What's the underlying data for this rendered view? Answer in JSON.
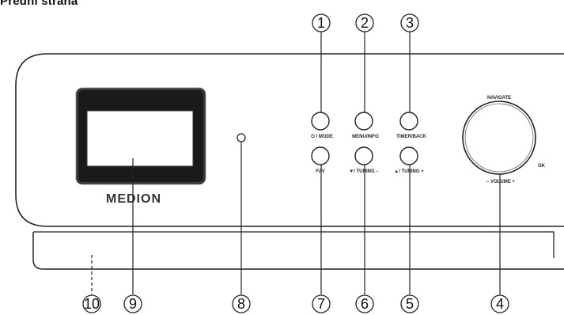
{
  "heading": "Přední strana",
  "brand": "MEDION",
  "dial": {
    "top_label": "NAVIGATE",
    "bottom_label": "– VOLUME +",
    "ok_label": "OK"
  },
  "buttons": {
    "mode": "⏻ / MODE",
    "menu_info": "MENU/INFO",
    "timer_back": "TIMER/BACK",
    "fav": "FAV",
    "tuning_down": "▼/ TUNING –",
    "tuning_up": "▲/ TUNING +"
  },
  "callouts": {
    "c1": "1",
    "c2": "2",
    "c3": "3",
    "c4": "4",
    "c5": "5",
    "c6": "6",
    "c7": "7",
    "c8": "8",
    "c9": "9",
    "c10": "10"
  }
}
